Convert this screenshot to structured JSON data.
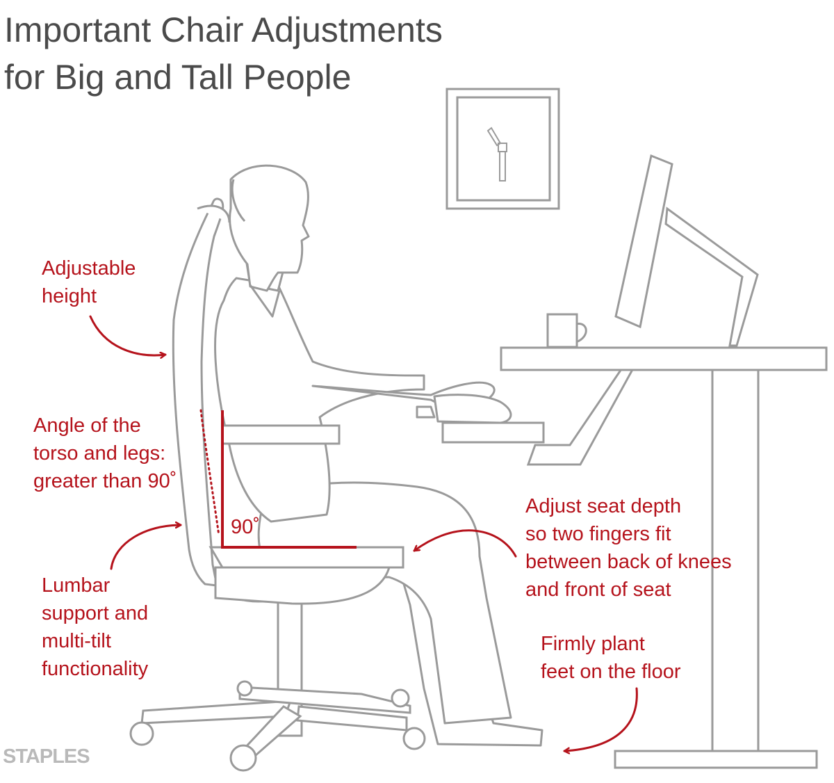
{
  "title": {
    "line1": "Important Chair Adjustments",
    "line2": "for Big and Tall People"
  },
  "callouts": {
    "height": [
      "Adjustable",
      "height"
    ],
    "angle": [
      "Angle of the",
      "torso and legs:",
      "greater than 90˚"
    ],
    "lumbar": [
      "Lumbar",
      "support and",
      "multi-tilt",
      "functionality"
    ],
    "seat_depth": [
      "Adjust seat depth",
      "so two fingers fit",
      "between back of knees",
      "and front of seat"
    ],
    "feet": [
      "Firmly plant",
      "feet on the floor"
    ]
  },
  "angle_label": "90˚",
  "brand": "STAPLES",
  "colors": {
    "accent": "#b5121b",
    "line": "#9a9a9a",
    "title": "#4a4a4a",
    "logo": "#b9b9b9"
  }
}
